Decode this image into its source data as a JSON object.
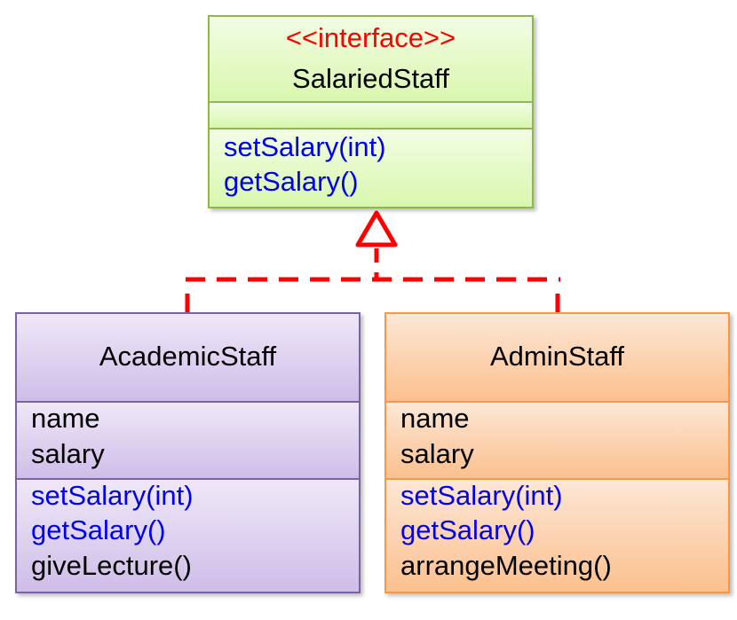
{
  "diagram": {
    "type": "uml-class-diagram",
    "relationship": "realization",
    "colors": {
      "arrow": "#ff0000",
      "stereotype": "#ff0000",
      "interface_method": "#0000ee",
      "text": "#000000",
      "interface_fill": "#e4f9c4",
      "interface_border": "#8fb653",
      "academic_fill": "#dccdf0",
      "academic_border": "#7b62a3",
      "admin_fill": "#fcd2b0",
      "admin_border": "#f29a4a"
    }
  },
  "interface": {
    "stereotype": "<<interface>>",
    "name": "SalariedStaff",
    "attributes": [],
    "methods": [
      "setSalary(int)",
      "getSalary()"
    ]
  },
  "classes": [
    {
      "name": "AcademicStaff",
      "attributes": [
        "name",
        "salary"
      ],
      "methods": [
        {
          "label": "setSalary(int)",
          "implements_interface": true
        },
        {
          "label": "getSalary()",
          "implements_interface": true
        },
        {
          "label": "giveLecture()",
          "implements_interface": false
        }
      ]
    },
    {
      "name": "AdminStaff",
      "attributes": [
        "name",
        "salary"
      ],
      "methods": [
        {
          "label": "setSalary(int)",
          "implements_interface": true
        },
        {
          "label": "getSalary()",
          "implements_interface": true
        },
        {
          "label": "arrangeMeeting()",
          "implements_interface": false
        }
      ]
    }
  ]
}
